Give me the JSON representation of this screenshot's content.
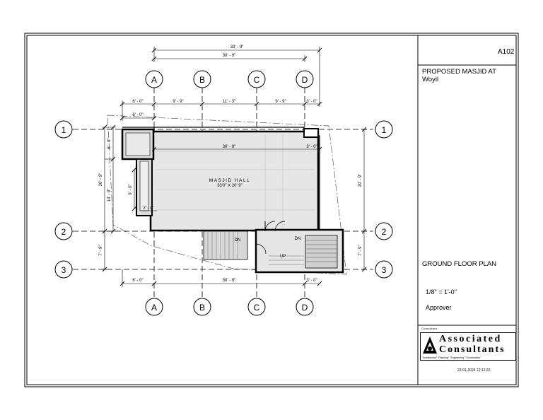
{
  "sheet": {
    "number": "A102",
    "project_title": "PROPOSED MASJID AT",
    "project_location": "Woyil",
    "drawing_title": "GROUND FLOOR PLAN",
    "scale": "1/8\" = 1'-0\"",
    "approver": "Approver",
    "consultant_caption": "Consultant",
    "firm_line1": "Associated",
    "firm_line2": "Consultants",
    "firm_tagline": "\"Architecture\" \"Planning\" \"Engineering\" \"Construction\"",
    "timestamp": "22-01-2024 12:12:22"
  },
  "grid": {
    "columns": [
      "A",
      "B",
      "C",
      "D"
    ],
    "rows": [
      "1",
      "2",
      "3"
    ]
  },
  "room": {
    "name": "MASJID HALL",
    "size": "33'0\" X 20' 9\""
  },
  "stairs": {
    "left_label": "DN",
    "right_label": "DN",
    "up_label": "UP"
  },
  "dimensions": {
    "overall_top": "33' - 9\"",
    "cols_top": "30' - 9\"",
    "seg1": "6' - 0\"",
    "seg2": "9' - 9\"",
    "seg3": "11' - 3\"",
    "seg4": "9' - 9\"",
    "seg5": "3' - 0\"",
    "wash_width": "6' - 0\"",
    "hall_width": "30' - 9\"",
    "right_small": "3' - 0\"",
    "left_total": "20' - 9\"",
    "left_upper": "6' - 0\"",
    "left_mid": "14' - 9\"",
    "left_lower": "7' - 9\"",
    "corridor": "9' - 0\"",
    "corridor_w": "2' - 0\"",
    "right_upper": "20' - 9\"",
    "right_lower": "7' - 9\"",
    "bottom1": "6' - 0\"",
    "bottom2": "30' - 9\"",
    "bottom3": "3' - 0\""
  }
}
